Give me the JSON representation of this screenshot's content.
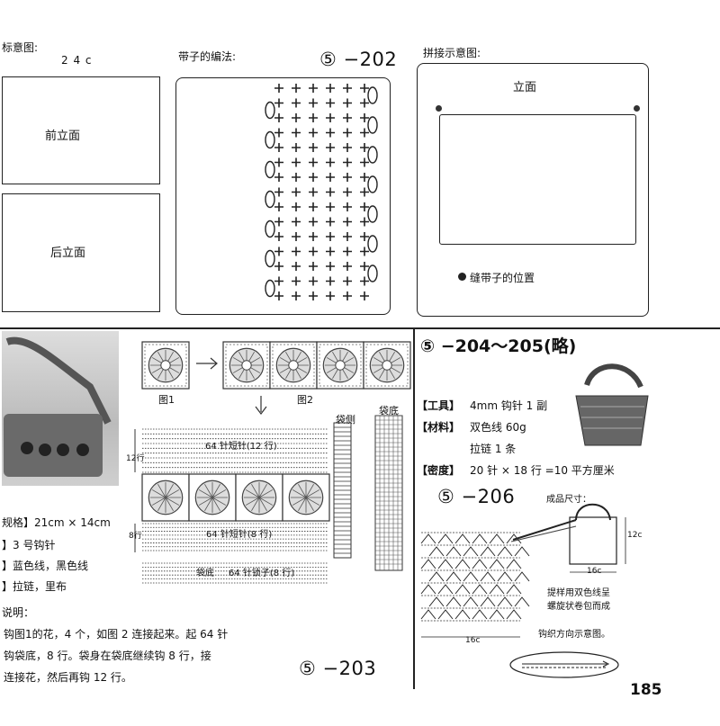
{
  "top_left": {
    "title": "标意图:",
    "width": "2 4 c",
    "front": "前立面",
    "back": "后立面"
  },
  "strap": {
    "title": "带子的编法:",
    "number": "⑤ −202"
  },
  "assembly": {
    "title": "拼接示意图:",
    "facade": "立面",
    "note": "缝带子的位置"
  },
  "p203": {
    "fig1": "图1",
    "fig2": "图2",
    "side": "袋侧",
    "bottom_side": "袋底",
    "short64_12": "64 针短针(12 行)",
    "short64_8": "64 针短针(8 行)",
    "bottom_label": "袋底",
    "chain64_8": "64 针锁子(8 行)",
    "dim12": "12行",
    "dim8": "8行",
    "number": "⑤ −203",
    "specs": [
      "规格】21cm × 14cm",
      "】3 号钩针",
      "】蓝色线，黑色线",
      "】拉链，里布"
    ],
    "desc_title": "说明：",
    "desc": [
      "钩图1的花，4 个，如图 2 连接起来。起 64 针",
      "钩袋底，8 行。袋身在袋底继续钩 8 行，接",
      "连接花，然后再钩 12 行。"
    ]
  },
  "p204": {
    "number": "⑤ −204～205(略)",
    "tools_key": "【工具】",
    "tools_val": "4mm 钩针 1 副",
    "material_key": "【材料】",
    "material_val": "双色线 60g",
    "material_val2": "拉链 1 条",
    "density_key": "【密度】",
    "density_val": "20 针 × 18 行 =10 平方厘米"
  },
  "p206": {
    "number": "⑤ −206",
    "size_title": "成品尺寸：",
    "dim_w": "16c",
    "dim_h": "12c",
    "chart_w": "16c",
    "handle_note_1": "提样用双色线呈",
    "handle_note_2": "螺旋状卷包而成",
    "direction": "钩织方向示意图。"
  },
  "page_number": "185"
}
